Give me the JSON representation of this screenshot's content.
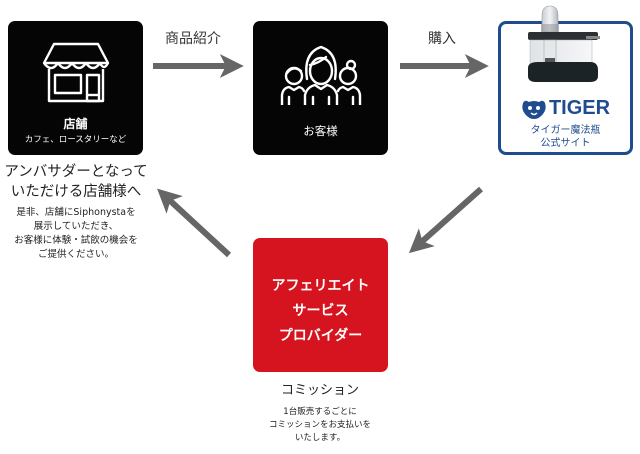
{
  "nodes": {
    "store": {
      "icon": "storefront-icon",
      "title": "店舗",
      "subtitle": "カフェ、ロースタリーなど"
    },
    "customer": {
      "icon": "people-group-icon",
      "title": "お客様"
    },
    "tiger": {
      "image": "siphonysta-coffee-maker-image",
      "logo_icon": "tiger-face-icon",
      "logo_text": "TIGER",
      "line1": "タイガー魔法瓶",
      "line2": "公式サイト"
    },
    "asp": {
      "line1": "アフェリエイト",
      "line2": "サービス",
      "line3": "プロバイダー"
    }
  },
  "edges": {
    "store_to_customer": "商品紹介",
    "customer_to_tiger": "購入"
  },
  "captions": {
    "store": {
      "title_line1": "アンバサダーとなって",
      "title_line2": "いただける店舗様へ",
      "body_line1": "是非、店舗にSiphonystaを",
      "body_line2": "展示していただき、",
      "body_line3": "お客様に体験・試飲の機会を",
      "body_line4": "ご提供ください。"
    },
    "asp": {
      "title": "コミッション",
      "body_line1": "1台販売するごとに",
      "body_line2": "コミッションをお支払いを",
      "body_line3": "いたします。"
    }
  },
  "colors": {
    "node_black": "#050505",
    "node_red": "#d5141f",
    "tiger_blue": "#1f4c8e",
    "arrow_gray": "#666666"
  }
}
